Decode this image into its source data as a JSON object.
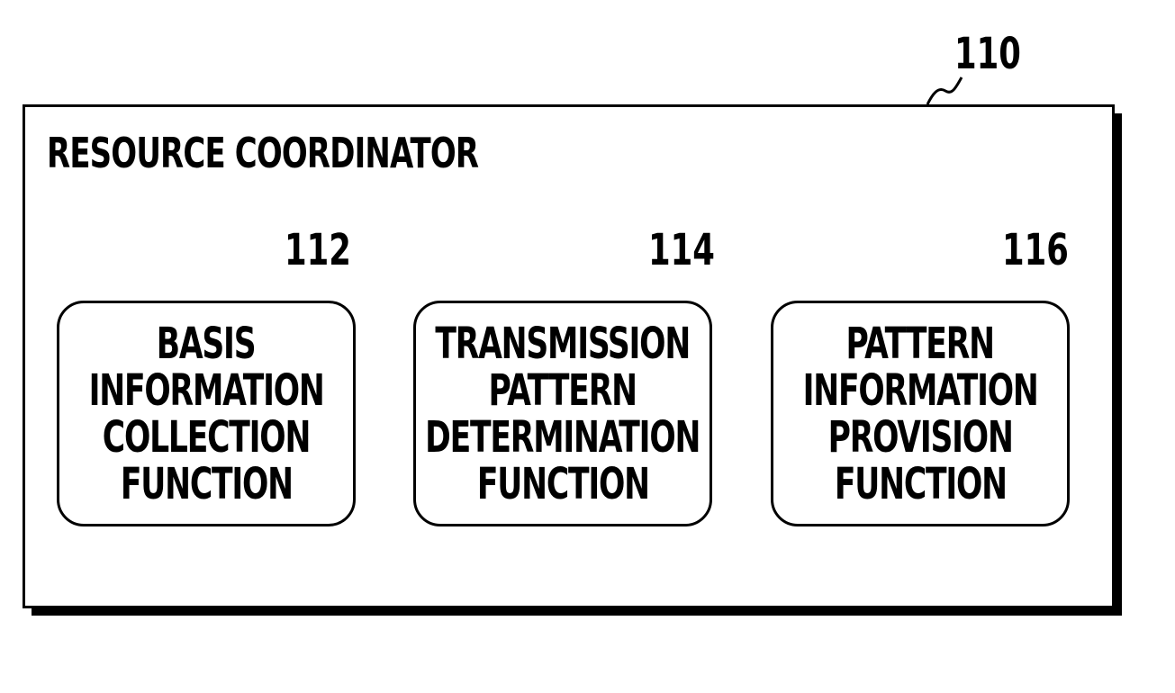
{
  "diagram": {
    "outer": {
      "ref": "110",
      "title": "RESOURCE COORDINATOR"
    },
    "functions": [
      {
        "ref": "112",
        "lines": [
          "BASIS",
          "INFORMATION",
          "COLLECTION",
          "FUNCTION"
        ]
      },
      {
        "ref": "114",
        "lines": [
          "TRANSMISSION",
          "PATTERN",
          "DETERMINATION",
          "FUNCTION"
        ]
      },
      {
        "ref": "116",
        "lines": [
          "PATTERN",
          "INFORMATION",
          "PROVISION",
          "FUNCTION"
        ]
      }
    ]
  }
}
